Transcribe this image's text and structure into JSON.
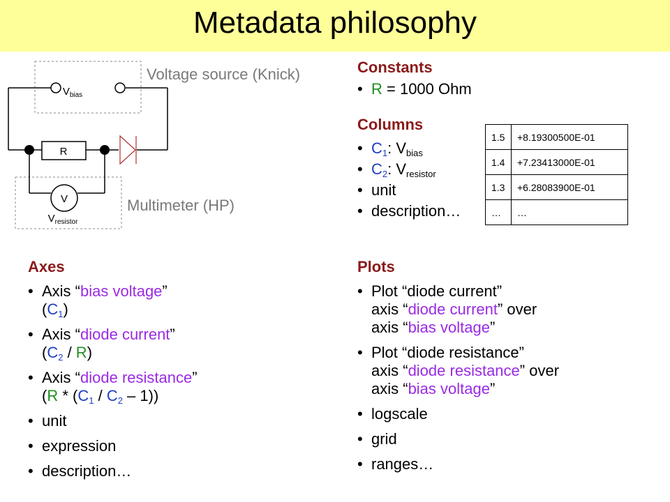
{
  "title": "Metadata philosophy",
  "circuit": {
    "source_label": "Voltage source (Knick)",
    "meter_label": "Multimeter (HP)",
    "v_bias": {
      "main": "V",
      "sub": "bias"
    },
    "v_resistor": {
      "main": "V",
      "sub": "resistor"
    },
    "resistor": "R",
    "meter": "V"
  },
  "constants": {
    "heading": "Constants",
    "item": {
      "name": "R",
      "rest": " = 1000 Ohm"
    }
  },
  "columns": {
    "heading": "Columns",
    "c1": {
      "c": "C",
      "n": "1",
      "sep": ": V",
      "sub": "bias"
    },
    "c2": {
      "c": "C",
      "n": "2",
      "sep": ": V",
      "sub": "resistor"
    },
    "unit": "unit",
    "description": "description…"
  },
  "table": {
    "rows": [
      [
        "1.5",
        "+8.19300500E-01"
      ],
      [
        "1.4",
        "+7.23413000E-01"
      ],
      [
        "1.3",
        "+6.28083900E-01"
      ],
      [
        "…",
        "…"
      ]
    ]
  },
  "axes": {
    "heading": "Axes",
    "bias": {
      "pre": "Axis “",
      "name": "bias voltage",
      "post": "”",
      "e_open": "(",
      "c": "C",
      "n": "1",
      "e_close": ")"
    },
    "current": {
      "pre": "Axis “",
      "name": "diode current",
      "post": "”",
      "e_open": "(",
      "c": "C",
      "n": "2",
      "slash": " / ",
      "r": "R",
      "e_close": ")"
    },
    "resistance": {
      "pre": "Axis “",
      "name": "diode resistance",
      "post": "”",
      "e_open": "(",
      "r": "R",
      "mul": " * (",
      "c1": "C",
      "n1": "1",
      "slash": " / ",
      "c2": "C",
      "n2": "2",
      "e_close": " – 1))"
    },
    "unit": "unit",
    "expression": "expression",
    "description": "description…"
  },
  "plots": {
    "heading": "Plots",
    "p1": {
      "pre": "Plot “",
      "name": "diode current",
      "post": "”",
      "l2a": "axis “",
      "l2n": "diode current",
      "l2b": "” over",
      "l3a": "axis “",
      "l3n": "bias voltage",
      "l3b": "”"
    },
    "p2": {
      "pre": "Plot “",
      "name": "diode resistance",
      "post": "”",
      "l2a": "axis “",
      "l2n": "diode resistance",
      "l2b": "” over",
      "l3a": "axis “",
      "l3n": "bias voltage",
      "l3b": "”"
    },
    "logscale": "logscale",
    "grid": "grid",
    "ranges": "ranges…"
  },
  "colors": {
    "heading": "#8b1a1a",
    "column_ref": "#1f3fbf",
    "constant_ref": "#1f8f1f",
    "axis_ref": "#9a2be2",
    "title_band": "#ffff99"
  }
}
